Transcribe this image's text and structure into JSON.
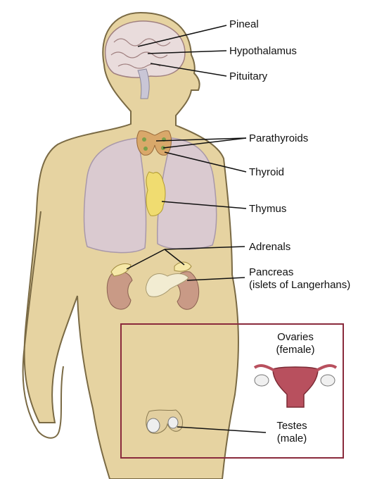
{
  "labels": {
    "pineal": "Pineal",
    "hypothalamus": "Hypothalamus",
    "pituitary": "Pituitary",
    "parathyroids": "Parathyroids",
    "thyroid": "Thyroid",
    "thymus": "Thymus",
    "adrenals": "Adrenals",
    "pancreas_line1": "Pancreas",
    "pancreas_line2": "(islets of Langerhans)",
    "ovaries_line1": "Ovaries",
    "ovaries_line2": "(female)",
    "testes_line1": "Testes",
    "testes_line2": "(male)"
  },
  "colors": {
    "skin": "#e6d3a1",
    "skin_outline": "#7a6a44",
    "lungs": "#d7c8d8",
    "thyroid": "#d9a86a",
    "thymus": "#f0dc70",
    "kidney": "#c99a86",
    "pancreas": "#f2ecd2",
    "uterus": "#b8505e",
    "box_border": "#8a2a3c"
  }
}
